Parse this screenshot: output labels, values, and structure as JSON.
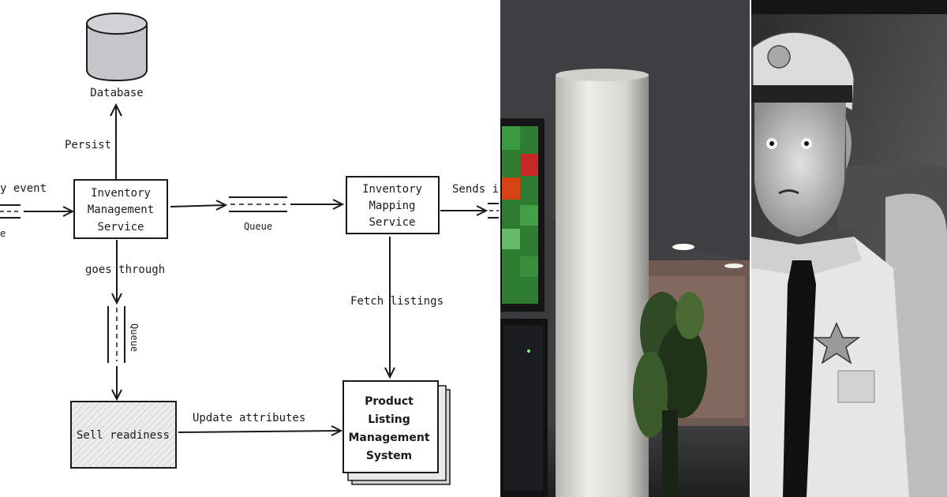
{
  "diagram": {
    "nodes": {
      "database": "Database",
      "ims": [
        "Inventory",
        "Management",
        "Service"
      ],
      "ims2": [
        "Inventory",
        "Mapping",
        "Service"
      ],
      "sell": "Sell readiness",
      "plms": [
        "Product",
        "Listing",
        "Management",
        "System"
      ]
    },
    "edges": {
      "inbound_event": "y event",
      "inbound_queue": "e",
      "persist": "Persist",
      "queue_mid": "Queue",
      "sends": "Sends i",
      "goes_through": "goes through",
      "queue_vertical": "Queue",
      "fetch_listings": "Fetch listings",
      "update_attributes": "Update attributes"
    }
  },
  "colors": {
    "ink": "#1a1a1a",
    "database_fill": "#c4c6cc",
    "sell_fill": "#e6e6e6",
    "card_shadow": "#d4d4d4"
  }
}
